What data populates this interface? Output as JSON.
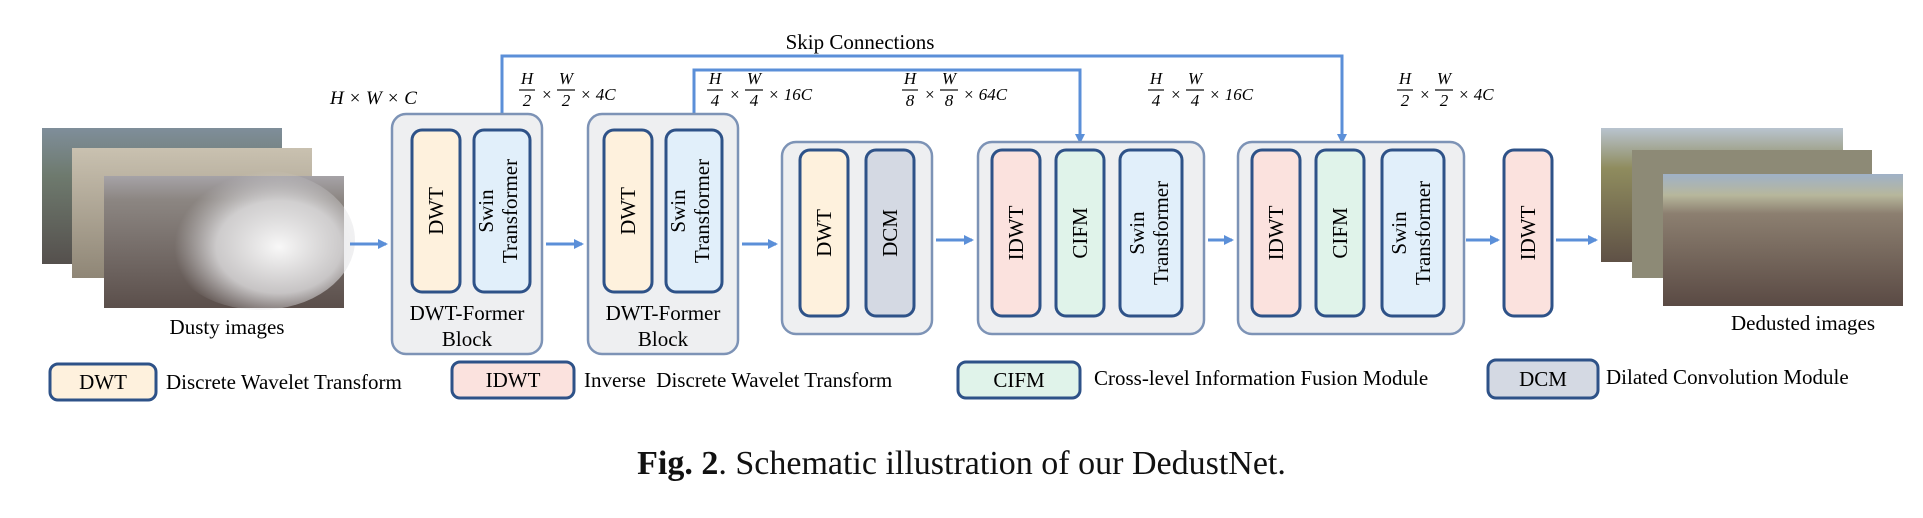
{
  "colors": {
    "dwt": "#fef1dd",
    "idwt": "#fbe2de",
    "cifm": "#e0f3ea",
    "dcm": "#d4d9e3",
    "swin": "#e1effa",
    "module_border": "#2e5288",
    "group_fill": "#eeeff1",
    "group_border": "#7d93b6",
    "arrow": "#5b8fd8"
  },
  "inputs": {
    "label": "Dusty images"
  },
  "outputs": {
    "label": "Dedusted images"
  },
  "skip": {
    "label": "Skip Connections"
  },
  "modules": {
    "dwt": "DWT",
    "idwt": "IDWT",
    "cifm": "CIFM",
    "dcm": "DCM",
    "swin_line1": "Swin",
    "swin_line2": "Transformer"
  },
  "blocks": {
    "block1_line1": "DWT-Former",
    "block1_line2": "Block",
    "block2_line1": "DWT-Former",
    "block2_line2": "Block"
  },
  "dims": {
    "d1": "H × W × C",
    "d2_num1": "H",
    "d2_den1": "2",
    "d2_num2": "W",
    "d2_den2": "2",
    "d2_ch": "× 4C",
    "d3_num1": "H",
    "d3_den1": "4",
    "d3_num2": "W",
    "d3_den2": "4",
    "d3_ch": "× 16C",
    "d4_num1": "H",
    "d4_den1": "8",
    "d4_num2": "W",
    "d4_den2": "8",
    "d4_ch": "× 64C",
    "d5_num1": "H",
    "d5_den1": "4",
    "d5_num2": "W",
    "d5_den2": "4",
    "d5_ch": "× 16C",
    "d6_num1": "H",
    "d6_den1": "2",
    "d6_num2": "W",
    "d6_den2": "2",
    "d6_ch": "× 4C"
  },
  "legend": {
    "dwt_abbr": "DWT",
    "dwt_desc": "Discrete Wavelet Transform",
    "idwt_abbr": "IDWT",
    "idwt_desc": "Inverse  Discrete Wavelet Transform",
    "cifm_abbr": "CIFM",
    "cifm_desc": "Cross-level Information Fusion Module",
    "dcm_abbr": "DCM",
    "dcm_desc": "Dilated Convolution Module"
  },
  "caption": {
    "bold": "Fig. 2",
    "text": ". Schematic illustration of our DedustNet."
  }
}
